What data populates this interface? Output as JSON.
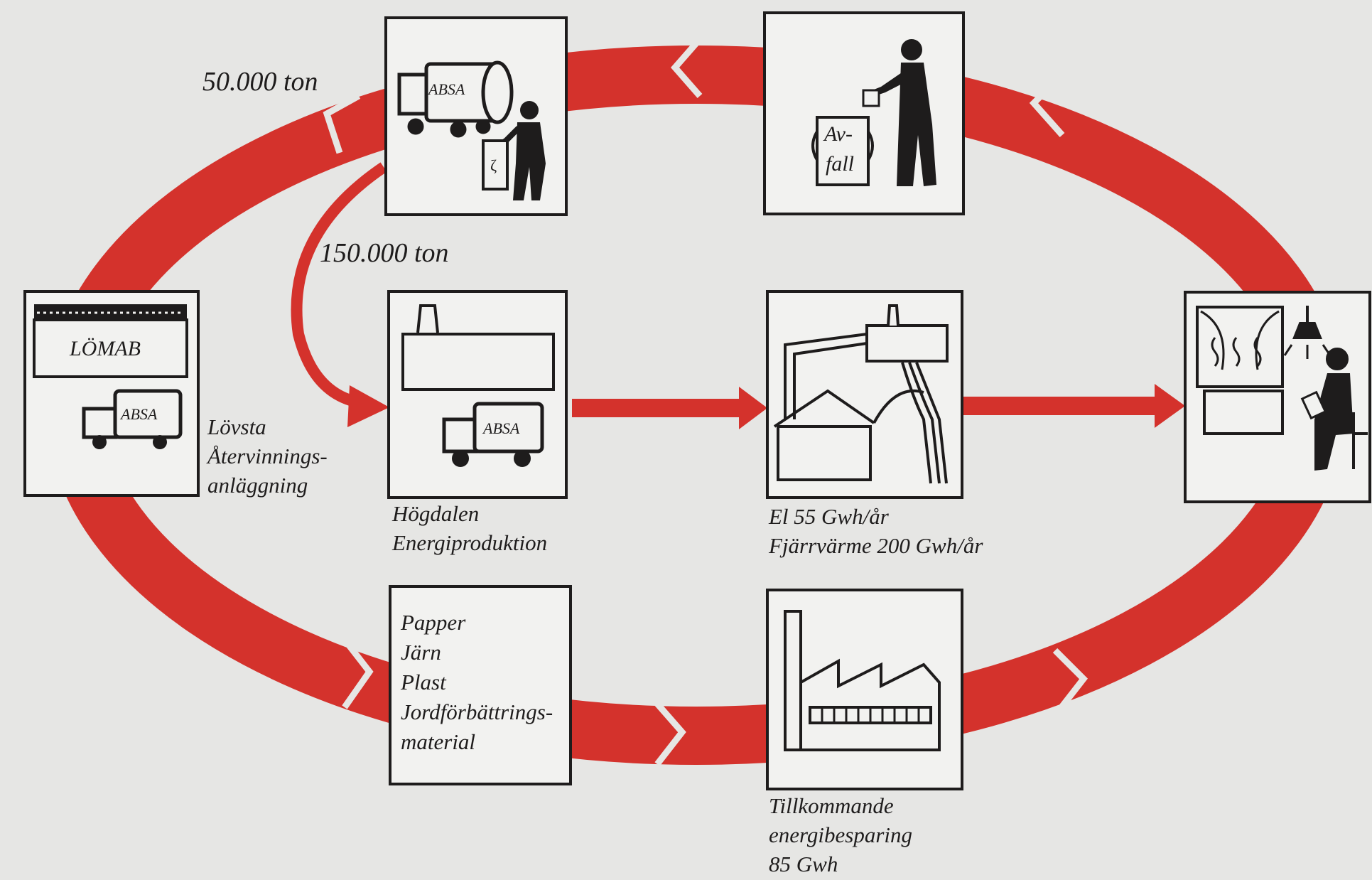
{
  "colors": {
    "cycle": "#d4322c",
    "ink": "#1e1c1c",
    "box_fill": "#f2f2f0",
    "background": "#e6e6e4"
  },
  "flows": {
    "to_lomab": "50.000 ton",
    "to_hogdalen": "150.000 ton"
  },
  "nodes": {
    "collection": {
      "truck_text": "ABSA",
      "icon": "garbage-truck-with-worker-icon"
    },
    "disposal": {
      "bin_text_1": "Av-",
      "bin_text_2": "fall",
      "icon": "person-throwing-waste-icon"
    },
    "lomab": {
      "sign": "LÖMAB",
      "truck_text": "ABSA",
      "caption": [
        "Lövsta",
        "Återvinnings-",
        "anläggning"
      ],
      "icon": "recycling-plant-icon"
    },
    "hogdalen": {
      "truck_text": "ABSA",
      "caption": [
        "Högdalen",
        "Energiproduktion"
      ],
      "icon": "power-plant-icon"
    },
    "power": {
      "caption": [
        "El 55 Gwh/år",
        "Fjärrvärme 200 Gwh/år"
      ],
      "icon": "power-lines-to-house-icon"
    },
    "household": {
      "icon": "heated-room-with-reader-icon"
    },
    "materials": {
      "items": [
        "Papper",
        "Järn",
        "Plast",
        "Jordförbättrings-",
        "material"
      ]
    },
    "factory": {
      "caption": [
        "Tillkommande",
        "energibesparing",
        "85 Gwh"
      ],
      "icon": "factory-icon"
    }
  }
}
